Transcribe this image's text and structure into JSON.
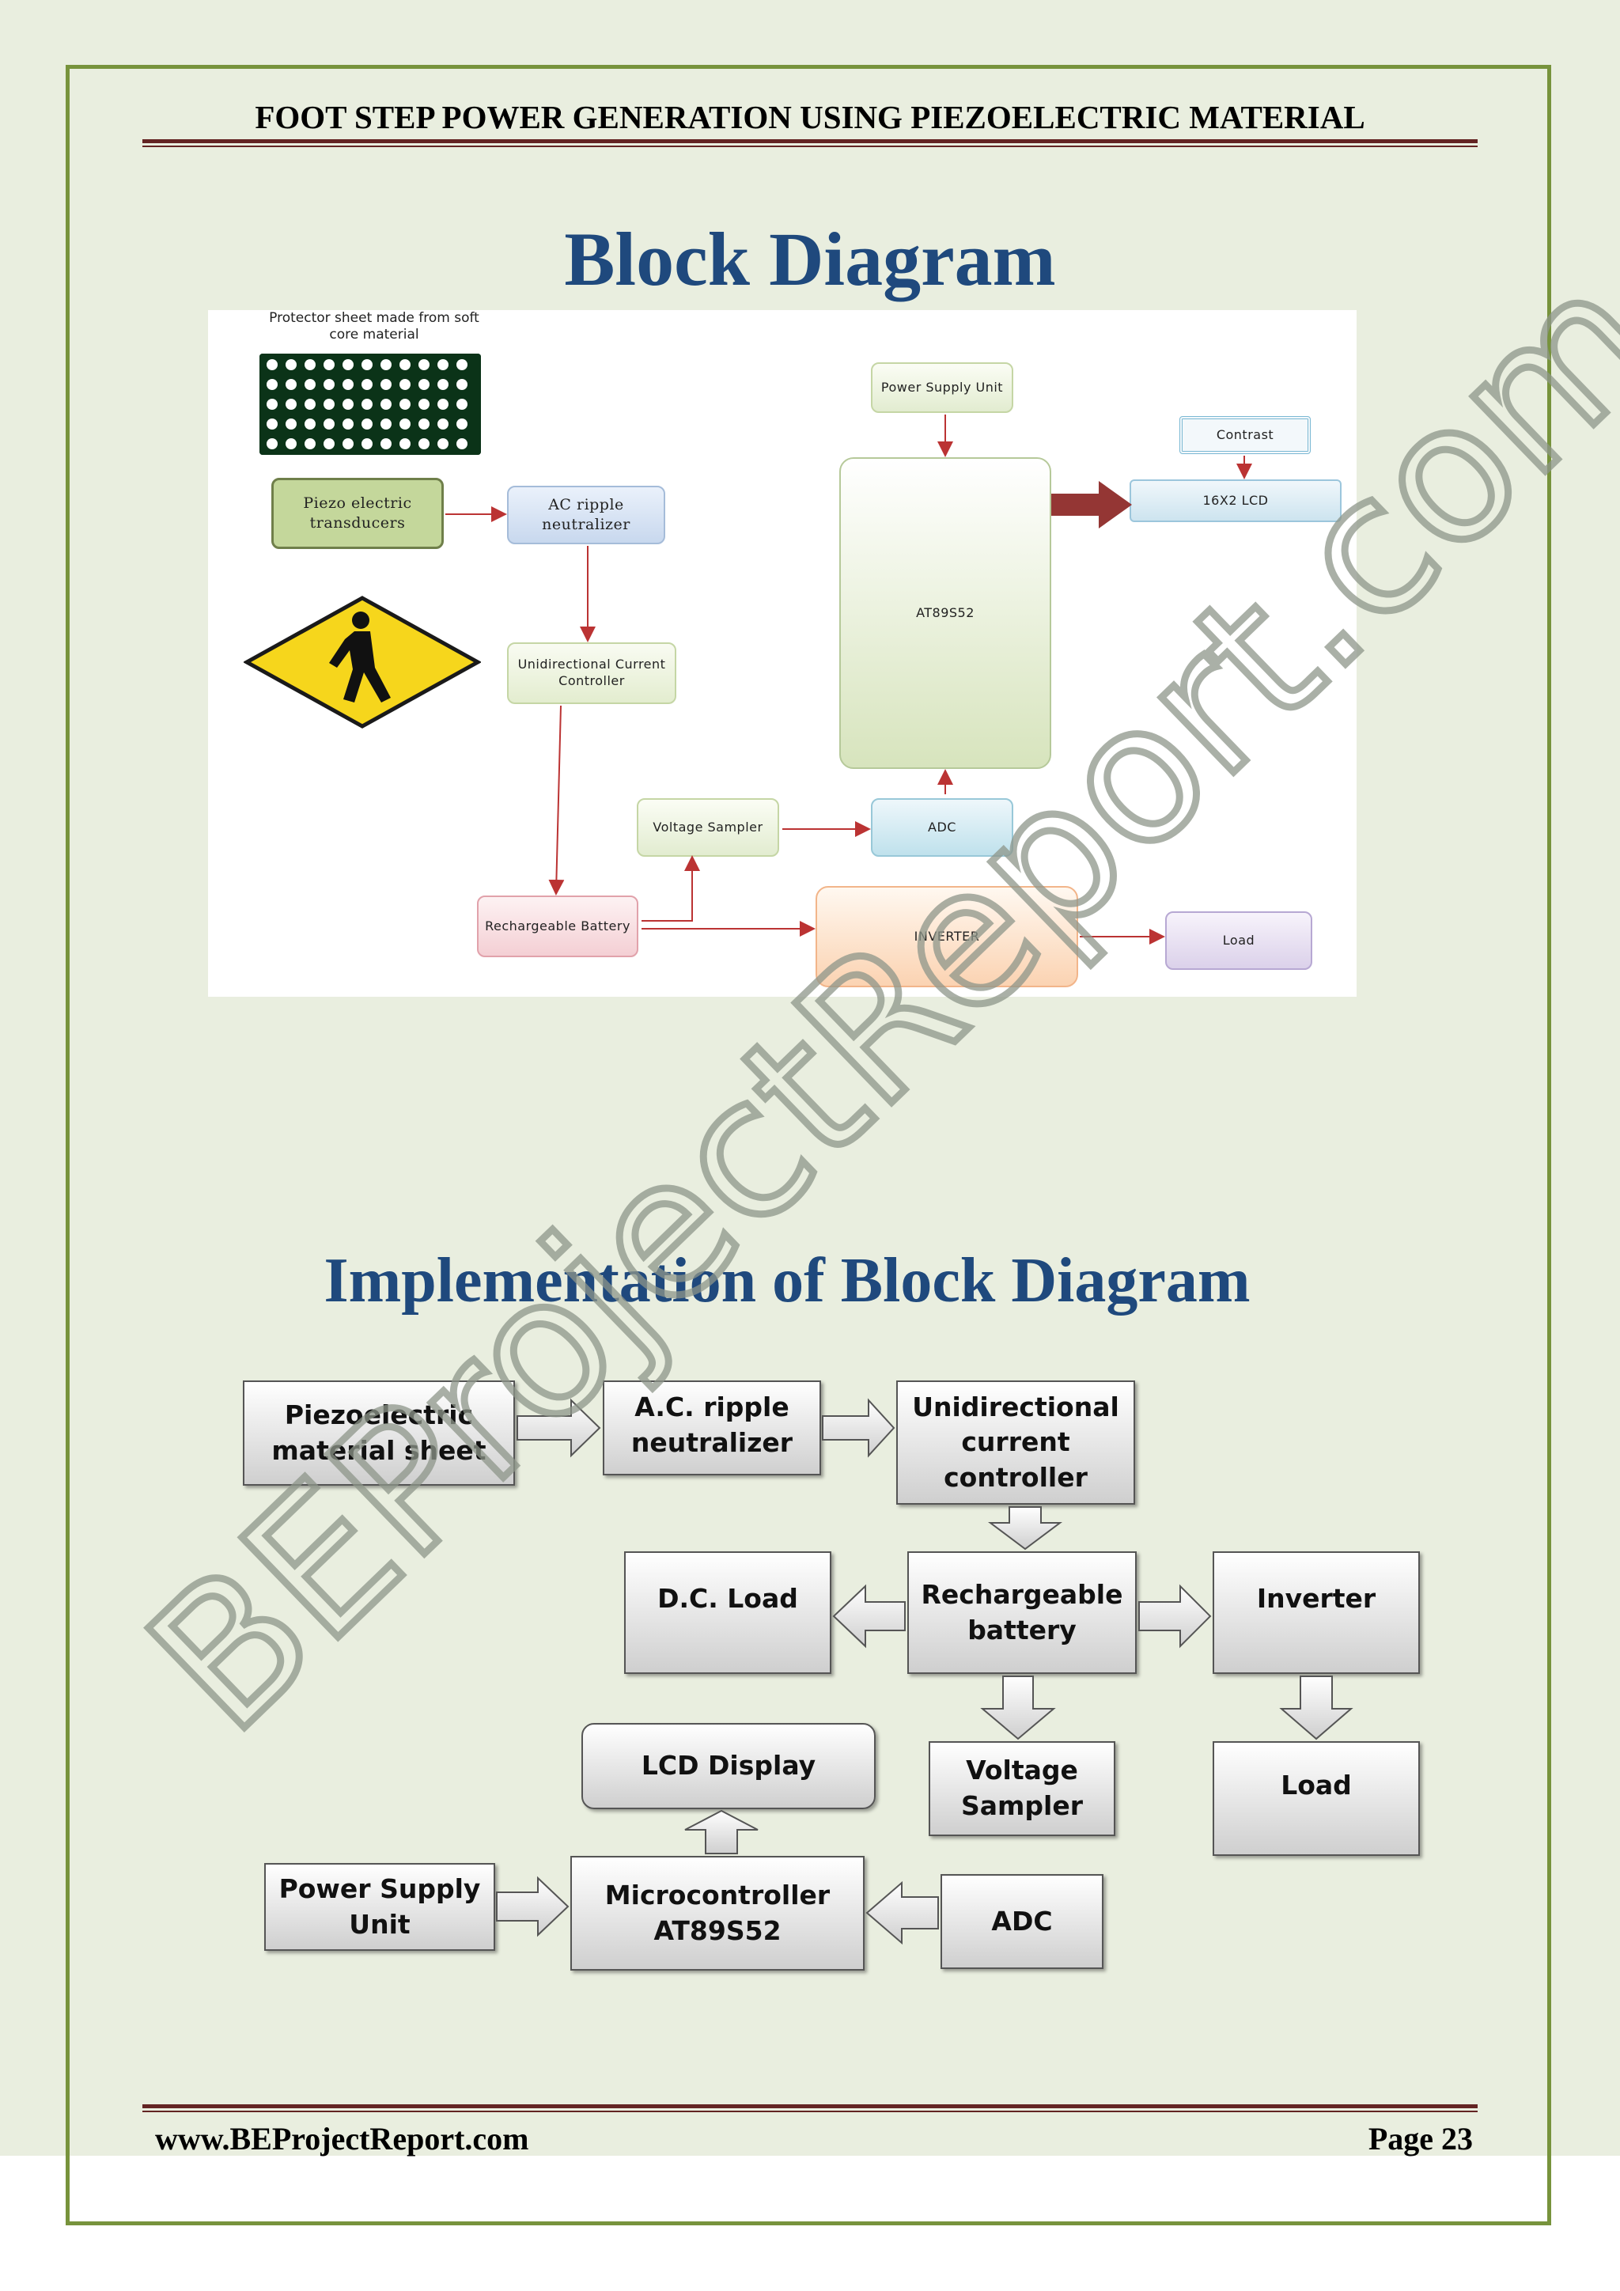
{
  "header": {
    "title": "FOOT STEP POWER GENERATION USING PIEZOELECTRIC MATERIAL"
  },
  "footer": {
    "website": "www.BEProjectReport.com",
    "page": "Page 23"
  },
  "watermark": {
    "text": "BEProjectReport.com"
  },
  "colors": {
    "frame": "#77933c",
    "rule": "#632423",
    "title": "#1f497d",
    "page_bg": "#e9eedf"
  },
  "block_diagram": {
    "title": "Block Diagram",
    "caption": "Protector sheet made from soft core material",
    "nodes": {
      "piezo": "Piezo electric transducers",
      "ac_ripple": "AC ripple neutralizer",
      "unidirectional": "Unidirectional Current Controller",
      "battery": "Rechargeable Battery",
      "voltage_sampler": "Voltage Sampler",
      "adc": "ADC",
      "power_supply": "Power Supply Unit",
      "mcu": "AT89S52",
      "contrast": "Contrast",
      "lcd": "16X2 LCD",
      "inverter": "INVERTER",
      "load": "Load"
    }
  },
  "implementation": {
    "title": "Implementation of Block Diagram",
    "nodes": {
      "piezo_sheet": "Piezoelectric material sheet",
      "ac_ripple": "A.C. ripple neutralizer",
      "unidirectional": "Unidirectional current controller",
      "dc_load": "D.C. Load",
      "battery": "Rechargeable battery",
      "inverter": "Inverter",
      "lcd": "LCD  Display",
      "voltage_sampler": "Voltage Sampler",
      "load": "Load",
      "power_supply": "Power Supply Unit",
      "mcu": "Microcontroller AT89S52",
      "adc": "ADC"
    }
  }
}
